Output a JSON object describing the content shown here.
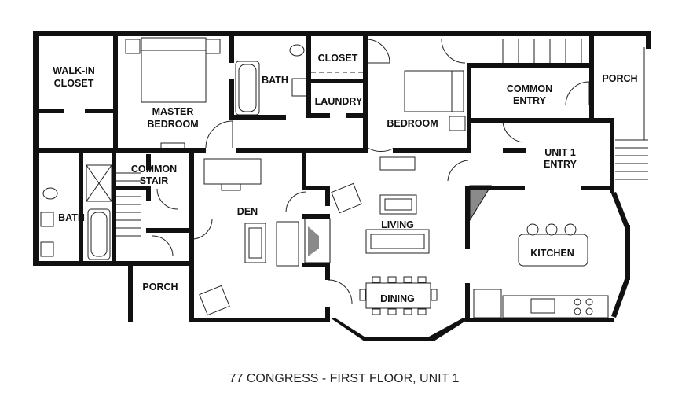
{
  "plan": {
    "caption": "77 CONGRESS - FIRST FLOOR, UNIT 1",
    "rooms": {
      "walk_in_closet": [
        "WALK-IN",
        "CLOSET"
      ],
      "master_bedroom": [
        "MASTER",
        "BEDROOM"
      ],
      "bath_upper": "BATH",
      "closet": "CLOSET",
      "laundry": "LAUNDRY",
      "bedroom": "BEDROOM",
      "common_entry": [
        "COMMON",
        "ENTRY"
      ],
      "porch_right": "PORCH",
      "unit1_entry": [
        "UNIT 1",
        "ENTRY"
      ],
      "common_stair": [
        "COMMON",
        "STAIR"
      ],
      "den": "DEN",
      "living": "LIVING",
      "bath_lower": "BATH",
      "kitchen": "KITCHEN",
      "porch_left": "PORCH",
      "dining": "DINING"
    }
  }
}
